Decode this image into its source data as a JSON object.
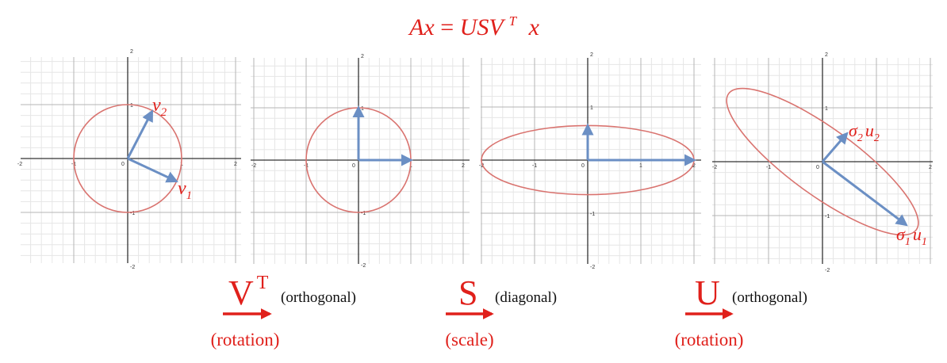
{
  "equation": {
    "lhs": "Ax",
    "equals": "=",
    "rhs_main": "USV",
    "rhs_sup": "T",
    "rhs_tail": "x"
  },
  "axis_ticks": {
    "x": [
      "-2",
      "-1",
      "0",
      "1",
      "2"
    ],
    "y": [
      "2",
      "1",
      "-1",
      "-2"
    ]
  },
  "panels": [
    {
      "vec_labels": [
        {
          "main": "v",
          "sub": "2"
        },
        {
          "main": "v",
          "sub": "1"
        }
      ]
    },
    {
      "vec_labels": []
    },
    {
      "vec_labels": []
    },
    {
      "vec_labels": [
        {
          "sigma": "σ",
          "sigma_sub": "2",
          "main": "u",
          "sub": "2"
        },
        {
          "sigma": "σ",
          "sigma_sub": "1",
          "main": "u",
          "sub": "1"
        }
      ]
    }
  ],
  "operations": [
    {
      "symbol": "V",
      "sup": "T",
      "desc": "(orthogonal)",
      "action": "(rotation)"
    },
    {
      "symbol": "S",
      "sup": "",
      "desc": "(diagonal)",
      "action": "(scale)"
    },
    {
      "symbol": "U",
      "sup": "",
      "desc": "(orthogonal)",
      "action": "(rotation)"
    }
  ],
  "colors": {
    "accent_red": "#e0201b",
    "vector_blue": "#6b8fc4",
    "curve_red": "#d9736f",
    "grid_minor": "#e6e6e6",
    "grid_major": "#b5b5b5"
  }
}
